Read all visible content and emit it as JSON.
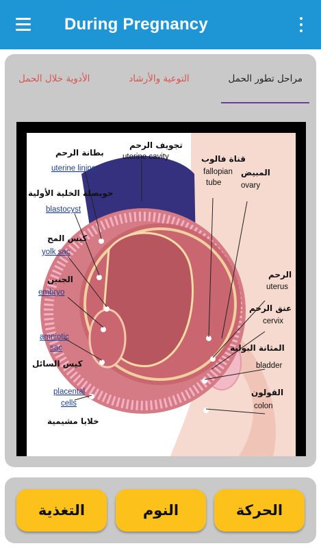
{
  "appbar": {
    "title": "During Pregnancy",
    "menu_icon": "hamburger-menu-icon",
    "more_icon": "more-vert-icon",
    "color": "#1e96d6"
  },
  "tabs": [
    {
      "label": "مراحل تطور الحمل",
      "active": true
    },
    {
      "label": "التوعية والأرشاد",
      "active": false
    },
    {
      "label": "الأدوية خلال الحمل",
      "active": false
    }
  ],
  "diagram": {
    "labels": {
      "uterine_lining_ar": "بطانة الرحم",
      "uterine_lining_en": "uterine lining",
      "uterine_cavity_ar": "تجويف الرحم",
      "uterine_cavity_en": "uterine cavity",
      "fallopian_ar": "قناة فالوب",
      "fallopian_en1": "fallopian",
      "fallopian_en2": "tube",
      "ovary_ar": "المبيض",
      "ovary_en": "ovary",
      "blastocyst_ar": "حويصلة الخلية الأولية",
      "blastocyst_en": "blastocyst",
      "yolk_ar": "كيس المح",
      "yolk_en": "yolk sac",
      "embryo_ar": "الجنين",
      "embryo_en": "embryo",
      "uterus_ar": "الرحم",
      "uterus_en": "uterus",
      "cervix_ar": "عنق الرحم",
      "cervix_en": "cervix",
      "amniotic_en1": "amniotic",
      "amniotic_en2": "sac",
      "amniotic_ar": "كيس السائل",
      "bladder_ar": "المثانة البولية",
      "bladder_en": "bladder",
      "colon_ar": "القولون",
      "colon_en": "colon",
      "placental_en1": "placental",
      "placental_en2": "cells",
      "placental_ar": "خلايا مشيمية"
    }
  },
  "bottom_nav": {
    "move_label": "الحركة",
    "sleep_label": "النوم",
    "food_label": "التغذية",
    "button_color": "#fcc21b"
  }
}
